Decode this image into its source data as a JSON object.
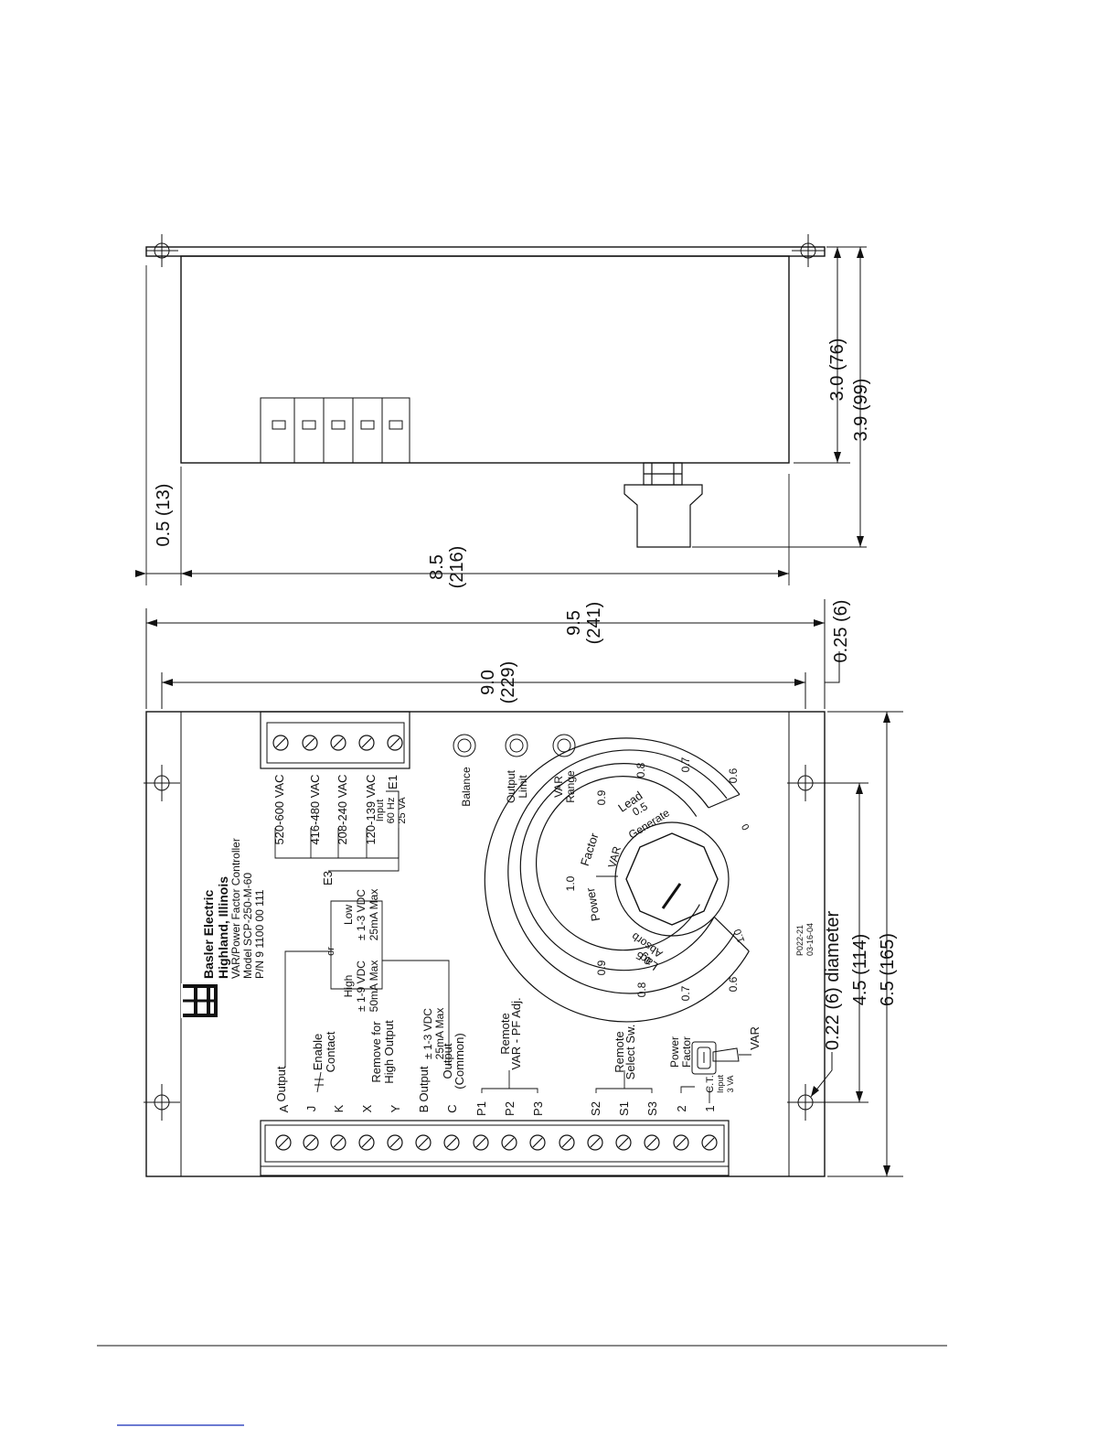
{
  "drawing": {
    "id": "P022-21",
    "date": "03-16-04",
    "brand": {
      "line1": "Basler Electric",
      "line2": "Highland, Illinois"
    },
    "product": {
      "name": "VAR/Power Factor Controller",
      "model": "Model SCP-250-M-60",
      "part_number": "P/N 9 1100 00 111"
    }
  },
  "dimensions": {
    "side_height_inner": "3.0 (76)",
    "side_height_total": "3.9 (99)",
    "flange": "0.5 (13)",
    "side_length_value": "8.5",
    "side_length_mm": "(216)",
    "overall_length_value": "9.5",
    "overall_length_mm": "(241)",
    "hole_spacing_value": "9.0",
    "hole_spacing_mm": "(229)",
    "edge_offset": "0.25 (6)",
    "hole_diameter": "0.22 (6) diameter",
    "hole_spacing_width": "4.5 (114)",
    "overall_width": "6.5 (165)"
  },
  "input_terminal": {
    "taps": [
      "520-600 VAC",
      "416-480 VAC",
      "208-240 VAC",
      "120-139 VAC"
    ],
    "e1": "E1",
    "e3": "E3",
    "input_lines": [
      "Input",
      "60 Hz",
      "25 VA"
    ]
  },
  "adjustments": [
    "Balance",
    "Output Limit",
    "VAR Range"
  ],
  "adjust_lines": [
    [
      "Balance"
    ],
    [
      "Output",
      "Limit"
    ],
    [
      "VAR",
      "Range"
    ]
  ],
  "output_select": {
    "or": "or",
    "low": [
      "Low",
      "± 1-3 VDC",
      "25mA Max"
    ],
    "high": [
      "High",
      "± 1-9 VDC",
      "50mA Max"
    ]
  },
  "terminals": [
    "A",
    "J",
    "K",
    "X",
    "Y",
    "B",
    "C",
    "P1",
    "P2",
    "P3",
    "S2",
    "S1",
    "S3",
    "2",
    "1"
  ],
  "terminal_labels": {
    "output": "Output",
    "enable": [
      "Enable",
      "Contact"
    ],
    "remove_high": [
      "Remove for",
      "High Output"
    ],
    "output_b": "Output",
    "output_common": [
      "Output",
      "(Common)"
    ],
    "output_b_spec": [
      "± 1-3 VDC",
      "25mA Max"
    ],
    "remote_var": [
      "Remote",
      "VAR - PF Adj."
    ],
    "remote_select": [
      "Remote",
      "Select Sw."
    ],
    "ct_input": [
      "C.T.",
      "Input",
      "3 VA"
    ],
    "switch_pf": [
      "Power",
      "Factor"
    ],
    "switch_var": "VAR"
  },
  "dial": {
    "outer_top": [
      "0.6",
      "0.7",
      "0.8",
      "0.9"
    ],
    "center": "1.0",
    "outer_bottom": [
      "0.9",
      "0.8",
      "0.7",
      "0.6"
    ],
    "power": "Power",
    "factor": "Factor",
    "lead": "Lead",
    "lag": "Lag",
    "var": "VAR",
    "generate": "Generate",
    "absorb": "Absorb",
    "mid_top": "0.5",
    "mid_bottom": "0.5",
    "inner_top": "0",
    "inner_bottom": "1.0"
  }
}
